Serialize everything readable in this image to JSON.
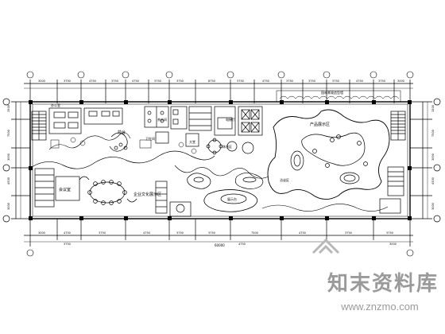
{
  "plan": {
    "top_dimensions": [
      "3000",
      "3750",
      "4750",
      "3750",
      "4750",
      "3750",
      "3750",
      "8750",
      "3750",
      "4750",
      "3750",
      "3750",
      "3750",
      "4750",
      "3750",
      "3000"
    ],
    "bottom_dimensions": [
      "3000",
      "4750",
      "3750",
      "4750",
      "3750",
      "3750",
      "7500",
      "4750",
      "3750",
      "3750",
      "3750",
      "4750",
      "3000"
    ],
    "left_dimensions": [
      "1500",
      "7500",
      "3000",
      "4500",
      "3000"
    ],
    "right_dimensions": [
      "1500",
      "7500",
      "3000",
      "4500",
      "3000"
    ],
    "total_length": "60000",
    "room_labels": {
      "conference": "会议室",
      "reception": "前台",
      "showroom": "产品展示区",
      "office": "办公室",
      "exhibition": "企业文化展示区",
      "elevator_hall": "电梯厅",
      "tea_room": "茶水间",
      "lounge": "休息区",
      "booth": "洽谈区",
      "lobby": "大堂",
      "toilet": "卫生间",
      "center_island": "展示台"
    },
    "top_banner": "园林景观造型墙"
  },
  "watermark": {
    "title": "知末资料库",
    "url": "www.znzmo.com"
  }
}
